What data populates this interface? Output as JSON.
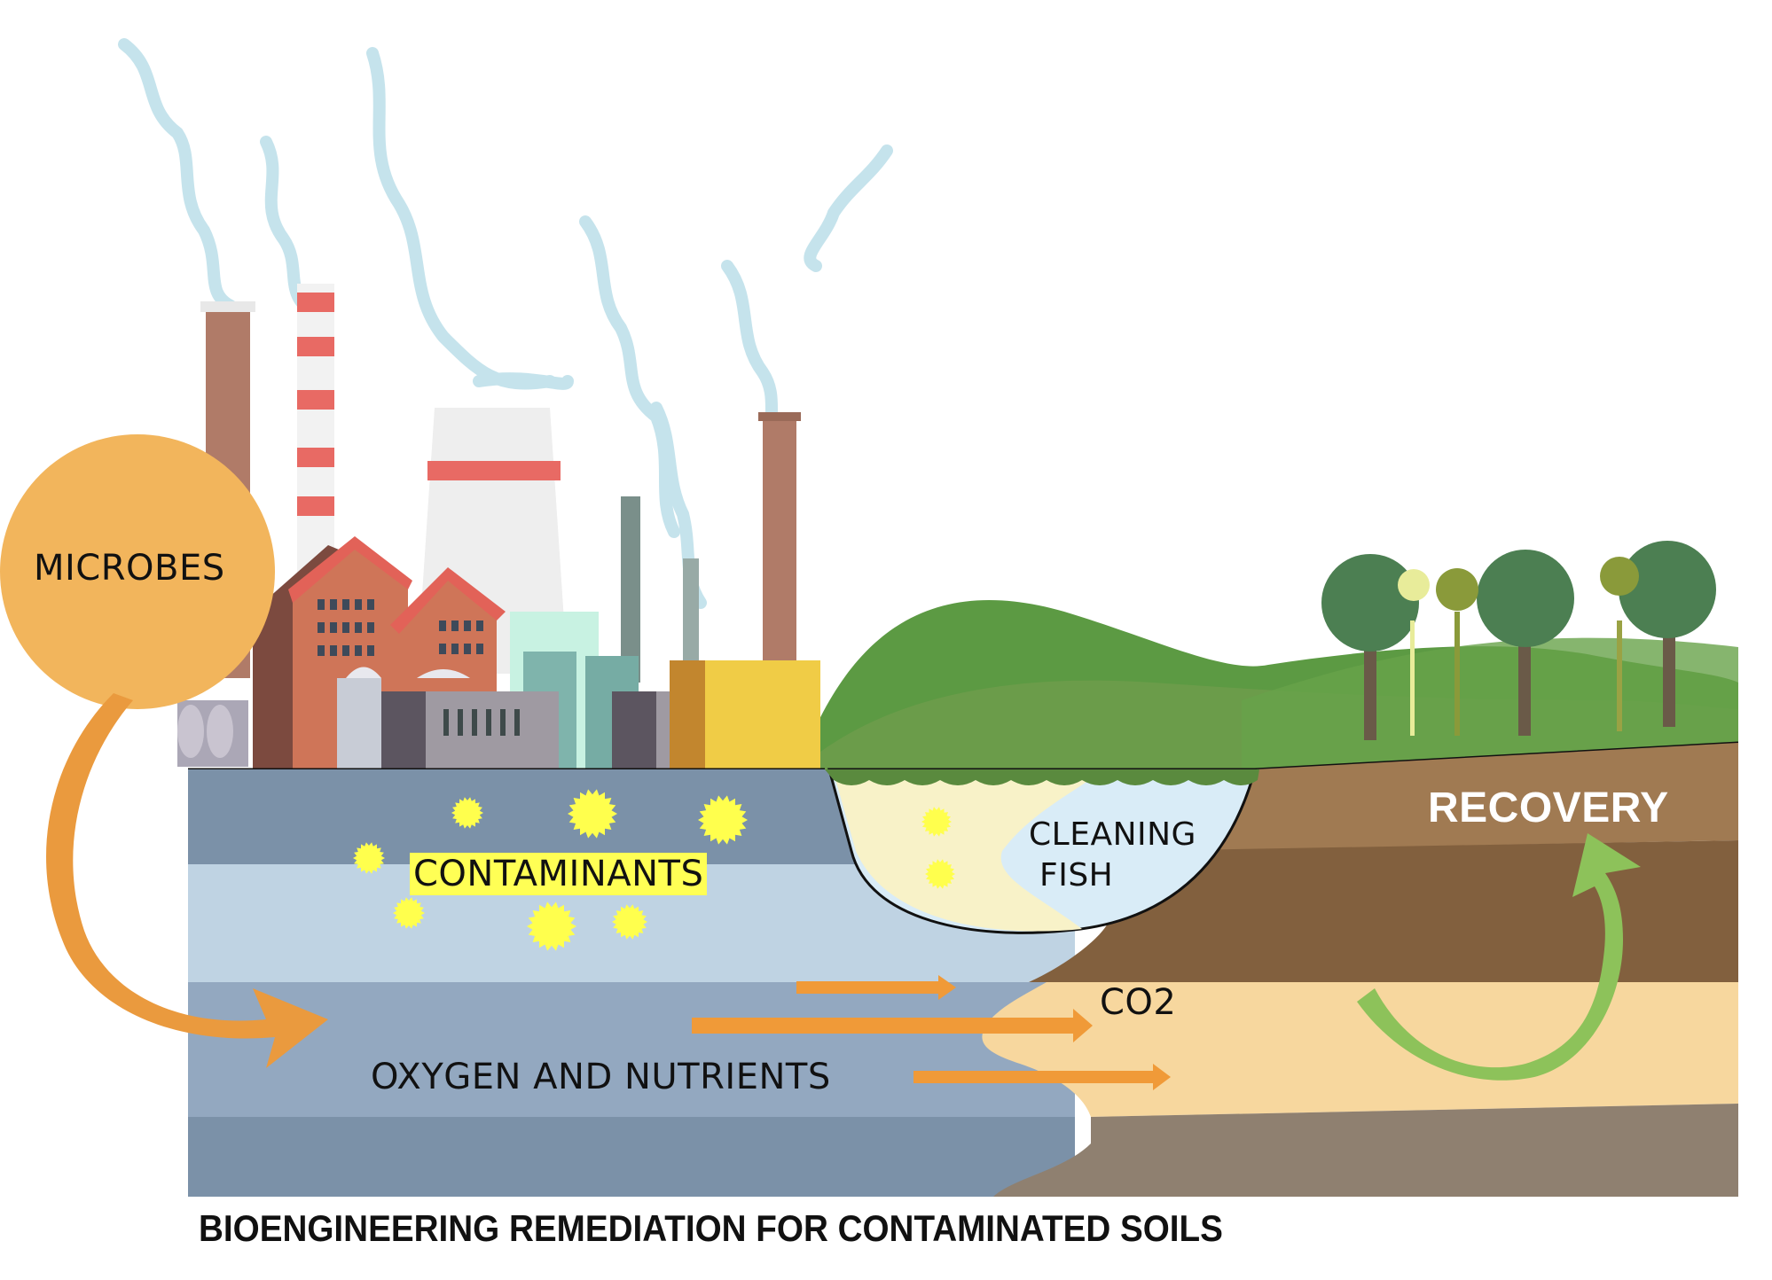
{
  "diagram": {
    "title": "BIOENGINEERING REMEDIATION FOR CONTAMINATED SOILS",
    "labels": {
      "microbes": "MICROBES",
      "contaminants": "CONTAMINANTS",
      "cleaning": "CLEANING",
      "fish": "FISH",
      "co2": "CO2",
      "oxygen_nutrients": "OXYGEN AND NUTRIENTS",
      "recovery": "RECOVERY"
    },
    "colors": {
      "microbes_circle": "#f2b55c",
      "microbes_arrow": "#c9822f",
      "contaminant_particle": "#ffff4d",
      "contaminant_highlight": "#ffff55",
      "soil_blue_top": "#7b91a8",
      "soil_blue_mid": "#bfd3e3",
      "soil_blue_low": "#93a8c0",
      "soil_brown_top": "#a07a52",
      "soil_brown_mid": "#82603e",
      "soil_sand": "#f7d79e",
      "soil_bottom": "#8f8070",
      "flow_arrow": "#f09a38",
      "recovery_arrow": "#8dc25a",
      "hill_green": "#5c9a43",
      "pond_water": "#d9ecf7",
      "pond_clean": "#f8f2c8"
    },
    "icons": [
      "factory-icon",
      "smokestack-icon",
      "smoke-icon",
      "palm-tree-icon",
      "contaminant-particle-icon",
      "curved-arrow-icon",
      "flow-arrow-icon"
    ]
  }
}
